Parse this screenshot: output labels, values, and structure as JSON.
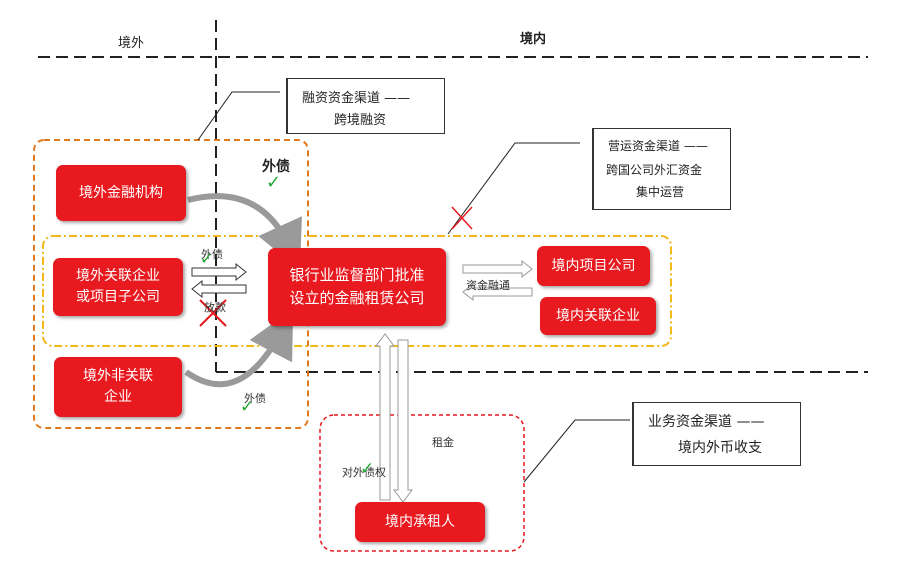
{
  "regions": {
    "offshore": "境外",
    "onshore": "境内"
  },
  "center": {
    "lines": [
      "银行业监督部门批准",
      "设立的金融租赁公司"
    ]
  },
  "boxes": {
    "offshore_financial": "境外金融机构",
    "offshore_related": [
      "境外关联企业",
      "或项目子公司"
    ],
    "offshore_nonrelated": [
      "境外非关联",
      "企业"
    ],
    "onshore_project": "境内项目公司",
    "onshore_related": "境内关联企业",
    "onshore_lessee": "境内承租人"
  },
  "callouts": {
    "financing": {
      "line1": "融资资金渠道 ——",
      "line2": "跨境融资"
    },
    "operating": {
      "line1": "营运资金渠道 ——",
      "line2": "跨国公司外汇资金",
      "line3": "集中运营"
    },
    "business": {
      "line1": "业务资金渠道 ——",
      "line2": "境内外币收支"
    }
  },
  "labels": {
    "foreign_debt_top": "外债",
    "foreign_debt_mid": "外债",
    "loan_out": "放款",
    "foreign_debt_bottom": "外债",
    "fund_pooling": "资金融通",
    "rent": "租金",
    "foreign_claim": "对外债权"
  },
  "marks": {
    "check": "✓",
    "cross": "✗"
  },
  "colors": {
    "box_red": "#e8191f",
    "orange_dash": "#e07a1f",
    "yellow_dash": "#f2b81b",
    "red_dash": "#e8191f",
    "check_green": "#22aa33"
  }
}
